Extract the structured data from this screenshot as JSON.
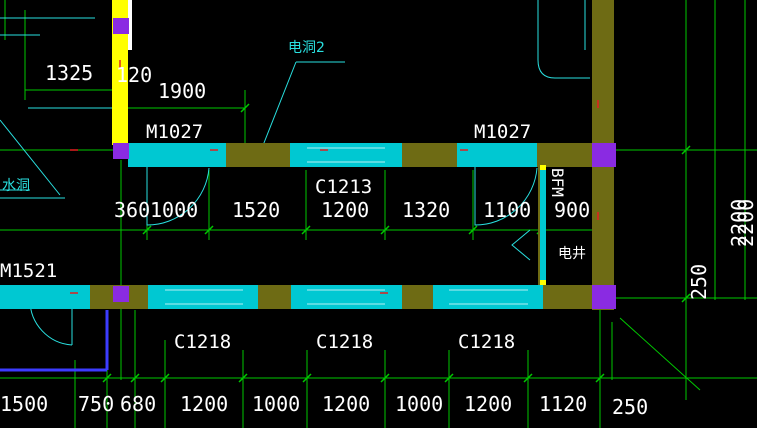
{
  "colors": {
    "background": "#000000",
    "wall": "#6e6b14",
    "window": "#00c8d2",
    "column": "#8a2be2",
    "yellow": "#ffff00",
    "green_dim": "#00c800",
    "cyan_line": "#29e0e0",
    "white_text": "#ffffff",
    "blue_line": "#3c3cff"
  },
  "labels": {
    "door_top_left": "M1027",
    "door_top_right": "M1027",
    "door_left": "M1521",
    "window_top": "C1213",
    "window_bottom_1": "C1218",
    "window_bottom_2": "C1218",
    "window_bottom_3": "C1218",
    "elec_hole": "电洞2",
    "water_hole": "水洞",
    "elec_shaft": "电井",
    "bfm": "BFM"
  },
  "dims_top": {
    "d1325": "1325",
    "d120": "120",
    "d1900": "1900"
  },
  "dims_middle": [
    "360",
    "1000",
    "1520",
    "1200",
    "1320",
    "1100",
    "900"
  ],
  "dims_bottom": [
    "1500",
    "750",
    "680",
    "1200",
    "1000",
    "1200",
    "1000",
    "1200",
    "1120"
  ],
  "dims_bottom_extra": "250",
  "dims_right": {
    "d2200a": "2200",
    "d2200b": "2200",
    "d250": "250"
  }
}
